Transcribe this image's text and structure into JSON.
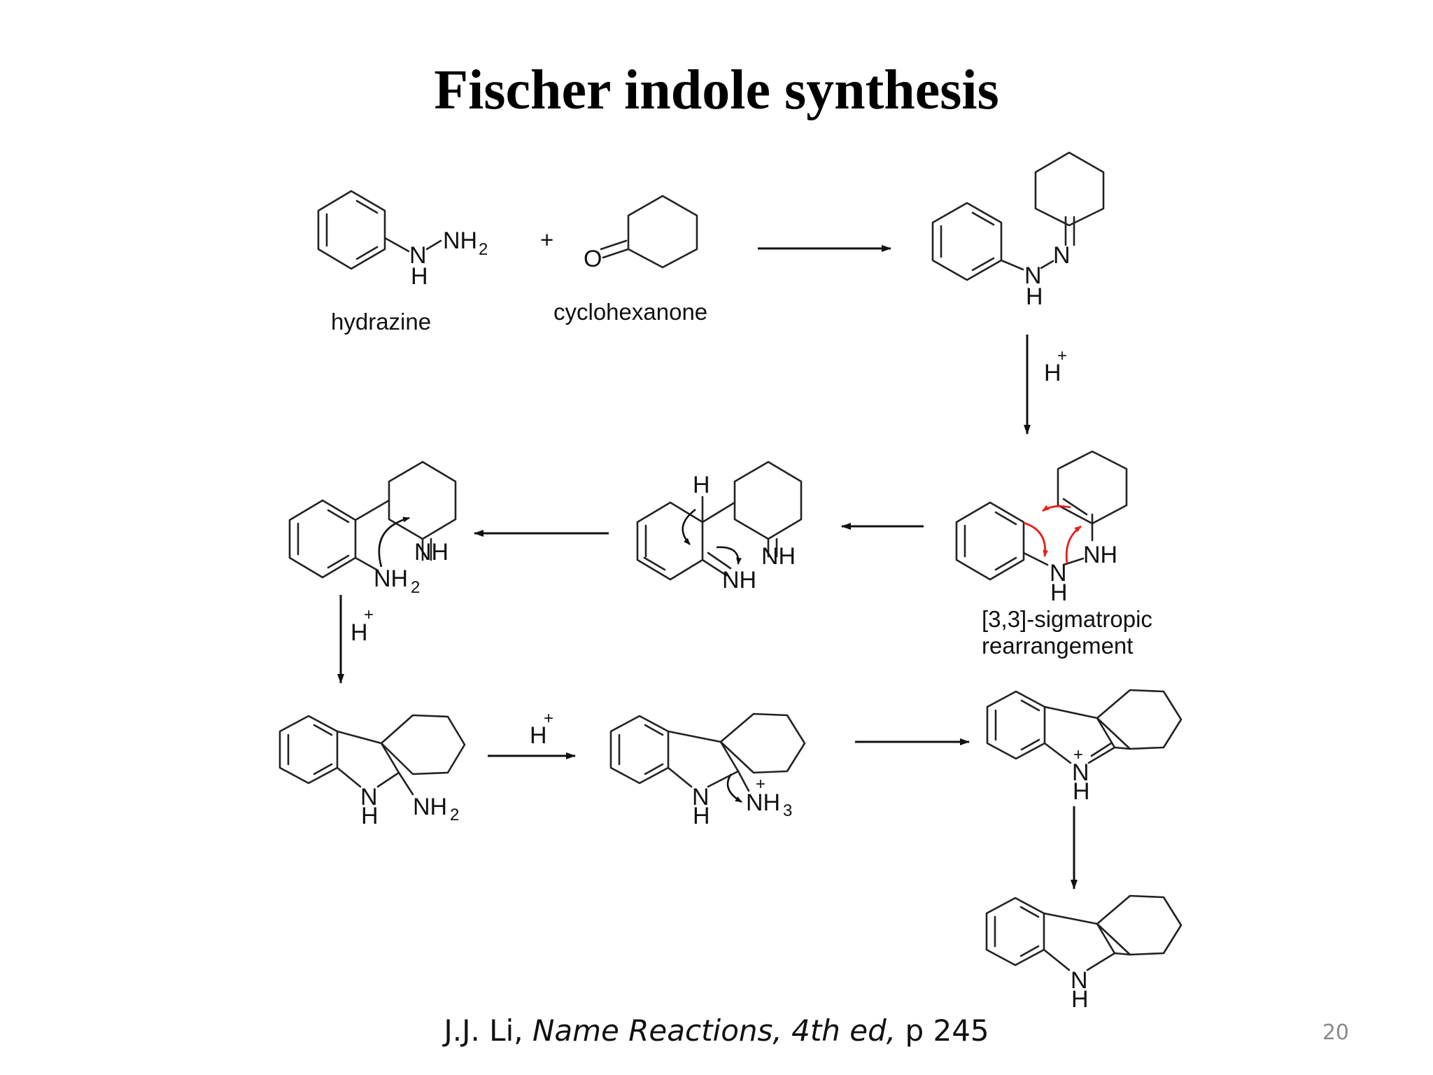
{
  "title": "Fischer indole synthesis",
  "page_number": "20",
  "citation": {
    "author": "J.J. Li, ",
    "work": "Name Reactions, 4th ed,",
    "page": " p 245"
  },
  "labels": {
    "reactant1": "hydrazine",
    "reactant2": "cyclohexanone",
    "plus": "+",
    "step_note_line1": "[3,3]-sigmatropic",
    "step_note_line2": "rearrangement"
  },
  "atoms": {
    "N": "N",
    "H": "H",
    "O": "O",
    "NH": "NH",
    "NH2": "NH",
    "NH3": "NH",
    "sub2": "2",
    "sub3": "3",
    "plus": "+",
    "proton": "H"
  },
  "colors": {
    "text": "#111111",
    "electron_arrow_red": "#e32119",
    "page_number": "#8a8a8a"
  }
}
